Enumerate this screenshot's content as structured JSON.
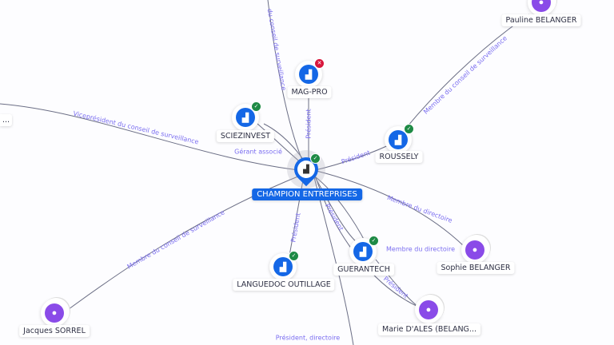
{
  "center": {
    "name": "CHAMPION ENTREPRISES",
    "status": "active"
  },
  "companies": [
    {
      "id": "magpro",
      "name": "MAG-PRO",
      "status": "closed"
    },
    {
      "id": "sciez",
      "name": "SCIEZINVEST",
      "status": "active"
    },
    {
      "id": "roussely",
      "name": "ROUSSELY",
      "status": "active"
    },
    {
      "id": "languedoc",
      "name": "LANGUEDOC OUTILLAGE",
      "status": "active"
    },
    {
      "id": "guerantech",
      "name": "GUERANTECH",
      "status": "active"
    }
  ],
  "people": [
    {
      "id": "pauline",
      "name": "Pauline BELANGER"
    },
    {
      "id": "sophie",
      "name": "Sophie BELANGER"
    },
    {
      "id": "jacques",
      "name": "Jacques SORREL"
    },
    {
      "id": "marie",
      "name": "Marie D'ALES (BELANG..."
    },
    {
      "id": "left",
      "name": "..."
    }
  ],
  "edges": [
    {
      "label": "Viceprésident du conseil de surveillance"
    },
    {
      "label": "du conseil de surveillance"
    },
    {
      "label": "Président"
    },
    {
      "label": "Gérant associé"
    },
    {
      "label": "Président"
    },
    {
      "label": "Membre du conseil de surveillance"
    },
    {
      "label": "Membre du directoire"
    },
    {
      "label": "Membre du conseil de surveillance"
    },
    {
      "label": "Président"
    },
    {
      "label": "Président"
    },
    {
      "label": "Membre du directoire"
    },
    {
      "label": "Président, directoire"
    },
    {
      "label": "Président"
    }
  ],
  "colors": {
    "company": "#1467e6",
    "person": "#8a4be8",
    "active": "#1e8a45",
    "closed": "#d8163c",
    "edge_label": "#7a6df0"
  },
  "icons": {
    "company": "building-icon",
    "person": "user-icon",
    "active": "check-icon",
    "closed": "x-icon"
  }
}
